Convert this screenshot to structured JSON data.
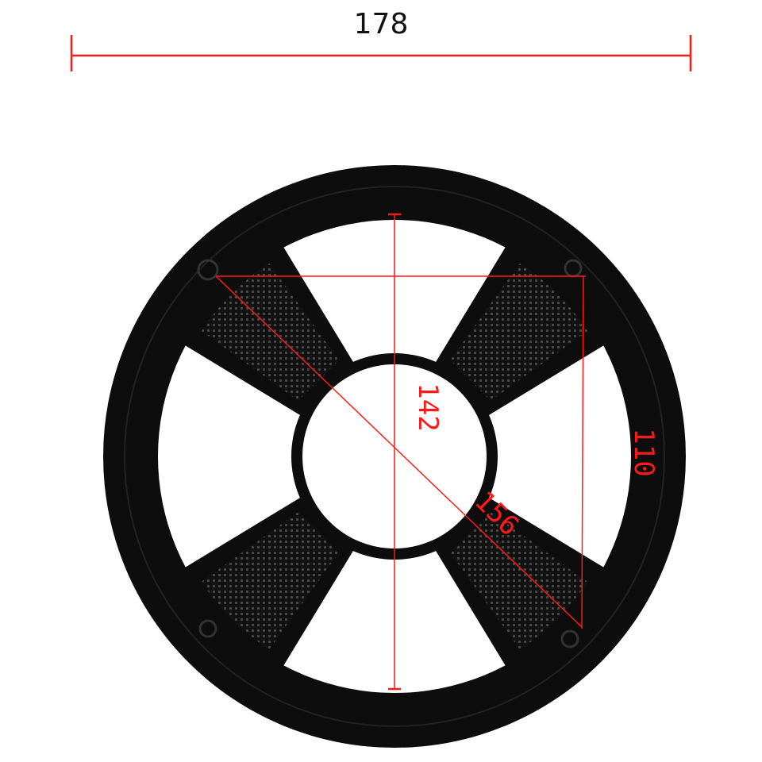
{
  "dimensions": {
    "outer_diameter": "178",
    "inner_height": "142",
    "diagonal": "156",
    "mount_spacing": "110"
  },
  "colors": {
    "product": "#0d0d0d",
    "annotation": "#ff1a1a",
    "mesh": "#3a3a3a"
  }
}
